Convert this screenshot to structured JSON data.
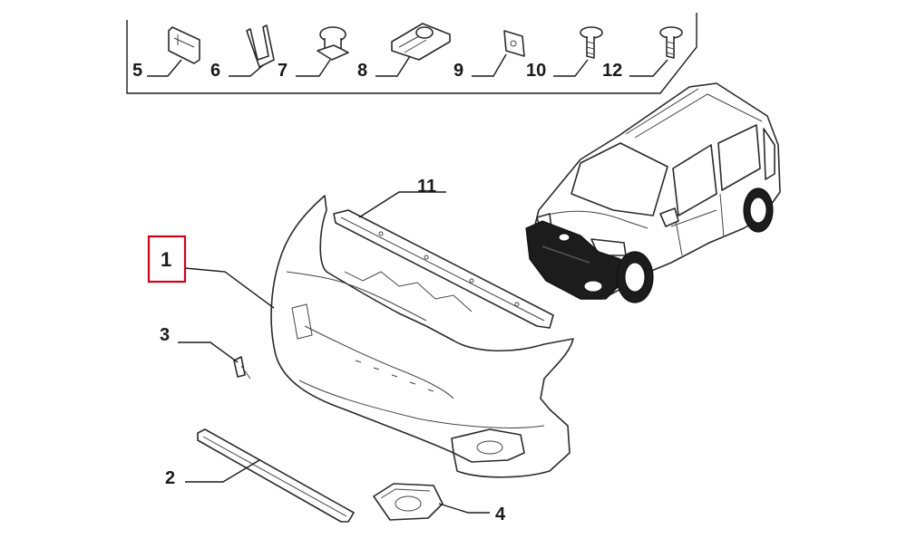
{
  "labels": {
    "p1": "1",
    "p2": "2",
    "p3": "3",
    "p4": "4",
    "p5": "5",
    "p6": "6",
    "p7": "7",
    "p8": "8",
    "p9": "9",
    "p10": "10",
    "p11": "11",
    "p12": "12"
  },
  "colors": {
    "highlight": "#d0021b",
    "ink": "#1a1a1a",
    "bumper_dark": "#1c1c1c"
  },
  "highlighted_part": "1"
}
